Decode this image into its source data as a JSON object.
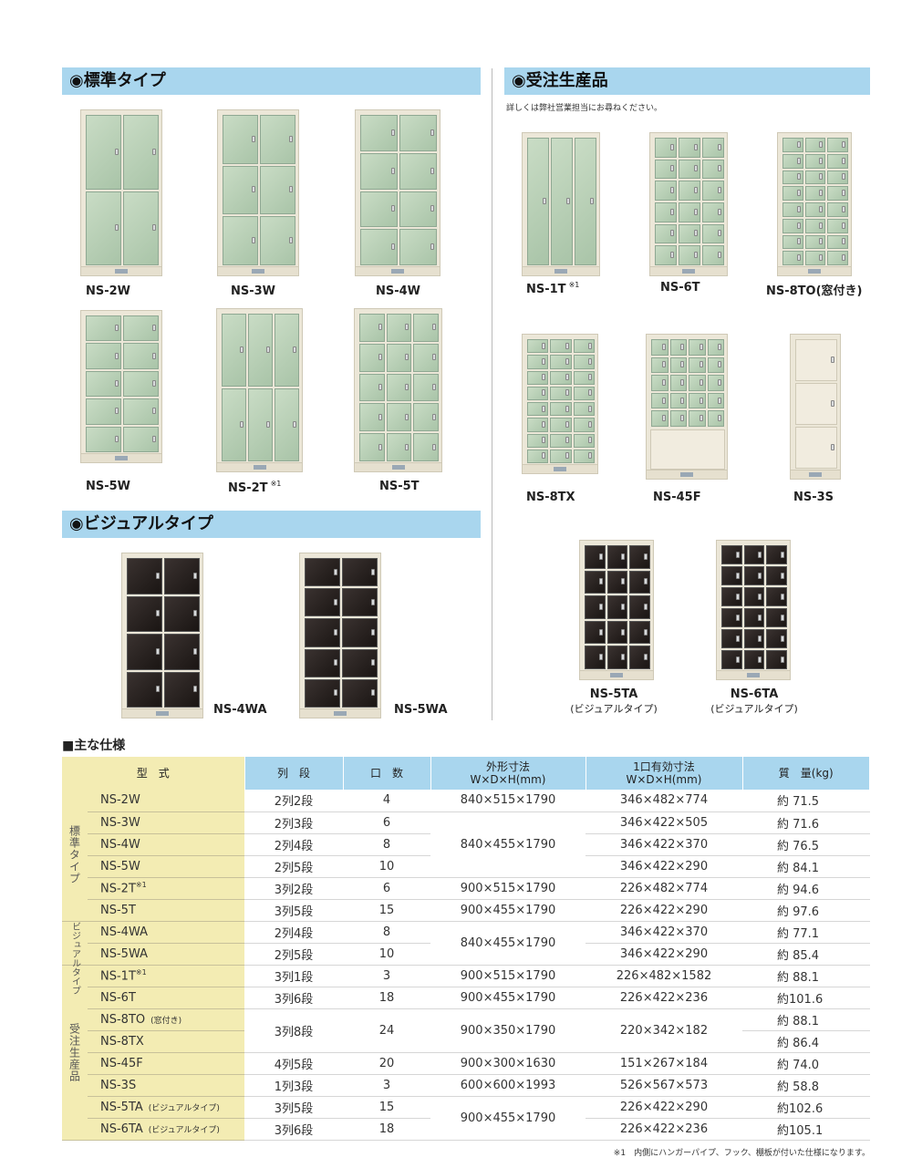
{
  "sections": {
    "standard": "◉標準タイプ",
    "custom": "◉受注生産品",
    "custom_note": "詳しくは弊社営業担当にお尋ねください。",
    "visual": "◉ビジュアルタイプ"
  },
  "models": {
    "ns2w": "NS-2W",
    "ns3w": "NS-3W",
    "ns4w": "NS-4W",
    "ns5w": "NS-5W",
    "ns2t": "NS-2T",
    "ns5t": "NS-5T",
    "ns4wa": "NS-4WA",
    "ns5wa": "NS-5WA",
    "ns1t": "NS-1T",
    "ns6t": "NS-6T",
    "ns8to": "NS-8TO(窓付き)",
    "ns8tx": "NS-8TX",
    "ns45f": "NS-45F",
    "ns3s": "NS-3S",
    "ns5ta": "NS-5TA",
    "ns6ta": "NS-6TA",
    "visual_sub": "(ビジュアルタイプ)",
    "note_mark": "※1"
  },
  "colors": {
    "section_bar": "#a9d6ee",
    "group_bg": "#f3ecb3",
    "door_green": "#b7cfb5",
    "door_dark": "#2a2220",
    "body": "#ece7d8"
  },
  "spec": {
    "title": "■主な仕様",
    "headers": {
      "model": "型　式",
      "layout": "列　段",
      "doors": "口　数",
      "outer_1": "外形寸法",
      "outer_2": "W×D×H(mm)",
      "inner_1": "1口有効寸法",
      "inner_2": "W×D×H(mm)",
      "weight": "質　量(kg)"
    },
    "groups": {
      "standard": "標準タイプ",
      "visual": "ビジュアルタイプ",
      "custom": "受注生産品"
    },
    "rows": [
      {
        "model": "NS-2W",
        "layout": "2列2段",
        "doors": "4",
        "outer": "840×515×1790",
        "inner": "346×482×774",
        "weight": "約 71.5"
      },
      {
        "model": "NS-3W",
        "layout": "2列3段",
        "doors": "6",
        "outer": "840×455×1790",
        "inner": "346×422×505",
        "weight": "約 71.6"
      },
      {
        "model": "NS-4W",
        "layout": "2列4段",
        "doors": "8",
        "inner": "346×422×370",
        "weight": "約 76.5"
      },
      {
        "model": "NS-5W",
        "layout": "2列5段",
        "doors": "10",
        "inner": "346×422×290",
        "weight": "約 84.1"
      },
      {
        "model": "NS-2T",
        "note": "※1",
        "layout": "3列2段",
        "doors": "6",
        "outer": "900×515×1790",
        "inner": "226×482×774",
        "weight": "約 94.6"
      },
      {
        "model": "NS-5T",
        "layout": "3列5段",
        "doors": "15",
        "outer": "900×455×1790",
        "inner": "226×422×290",
        "weight": "約 97.6"
      },
      {
        "model": "NS-4WA",
        "layout": "2列4段",
        "doors": "8",
        "outer": "840×455×1790",
        "inner": "346×422×370",
        "weight": "約 77.1"
      },
      {
        "model": "NS-5WA",
        "layout": "2列5段",
        "doors": "10",
        "inner": "346×422×290",
        "weight": "約 85.4"
      },
      {
        "model": "NS-1T",
        "note": "※1",
        "layout": "3列1段",
        "doors": "3",
        "outer": "900×515×1790",
        "inner": "226×482×1582",
        "weight": "約 88.1"
      },
      {
        "model": "NS-6T",
        "layout": "3列6段",
        "doors": "18",
        "outer": "900×455×1790",
        "inner": "226×422×236",
        "weight": "約101.6"
      },
      {
        "model": "NS-8TO",
        "small": "(窓付き)",
        "layout": "3列8段",
        "doors": "24",
        "outer": "900×350×1790",
        "inner": "220×342×182",
        "weight": "約 88.1"
      },
      {
        "model": "NS-8TX",
        "weight": "約 86.4"
      },
      {
        "model": "NS-45F",
        "layout": "4列5段",
        "doors": "20",
        "outer": "900×300×1630",
        "inner": "151×267×184",
        "weight": "約 74.0"
      },
      {
        "model": "NS-3S",
        "layout": "1列3段",
        "doors": "3",
        "outer": "600×600×1993",
        "inner": "526×567×573",
        "weight": "約 58.8"
      },
      {
        "model": "NS-5TA",
        "small": "(ビジュアルタイプ)",
        "layout": "3列5段",
        "doors": "15",
        "outer": "900×455×1790",
        "inner": "226×422×290",
        "weight": "約102.6"
      },
      {
        "model": "NS-6TA",
        "small": "(ビジュアルタイプ)",
        "layout": "3列6段",
        "doors": "18",
        "inner": "226×422×236",
        "weight": "約105.1"
      }
    ],
    "footnote": "※1　内側にハンガーパイプ、フック、棚板が付いた仕様になります。"
  }
}
